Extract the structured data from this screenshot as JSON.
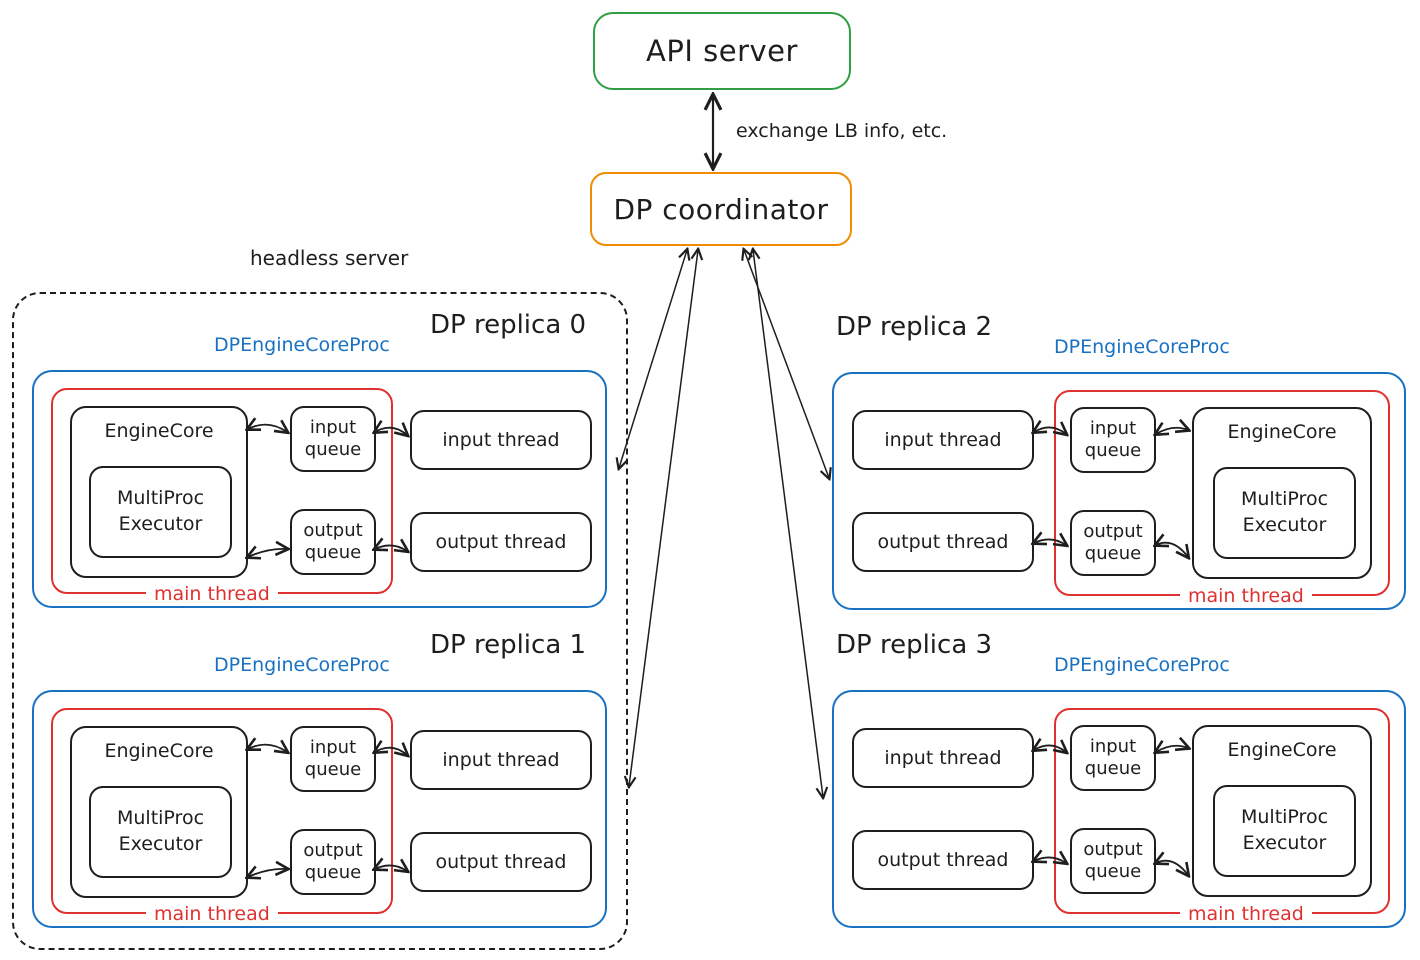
{
  "colors": {
    "green": "#2f9e44",
    "orange": "#f08c00",
    "blue": "#1971c2",
    "red": "#e03131",
    "ink": "#1e1e1e"
  },
  "api_server": {
    "label": "API server"
  },
  "coordinator": {
    "label": "DP coordinator"
  },
  "link_label": "exchange LB info, etc.",
  "headless_group": {
    "label": "headless server"
  },
  "replicas": [
    {
      "title": "DP replica 0",
      "proc_label": "DPEngineCoreProc",
      "engine_core_label": "EngineCore",
      "executor_label": "MultiProc Executor",
      "input_queue_label": "input queue",
      "output_queue_label": "output queue",
      "input_thread_label": "input thread",
      "output_thread_label": "output thread",
      "main_thread_label": "main thread"
    },
    {
      "title": "DP replica 1",
      "proc_label": "DPEngineCoreProc",
      "engine_core_label": "EngineCore",
      "executor_label": "MultiProc Executor",
      "input_queue_label": "input queue",
      "output_queue_label": "output queue",
      "input_thread_label": "input thread",
      "output_thread_label": "output thread",
      "main_thread_label": "main thread"
    },
    {
      "title": "DP replica 2",
      "proc_label": "DPEngineCoreProc",
      "engine_core_label": "EngineCore",
      "executor_label": "MultiProc Executor",
      "input_queue_label": "input queue",
      "output_queue_label": "output queue",
      "input_thread_label": "input thread",
      "output_thread_label": "output thread",
      "main_thread_label": "main thread"
    },
    {
      "title": "DP replica 3",
      "proc_label": "DPEngineCoreProc",
      "engine_core_label": "EngineCore",
      "executor_label": "MultiProc Executor",
      "input_queue_label": "input queue",
      "output_queue_label": "output queue",
      "input_thread_label": "input thread",
      "output_thread_label": "output thread",
      "main_thread_label": "main thread"
    }
  ]
}
